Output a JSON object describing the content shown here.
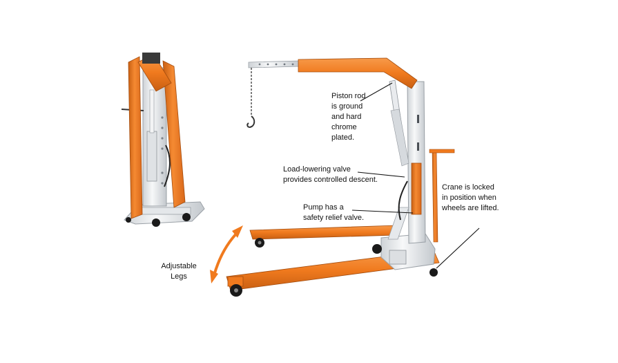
{
  "labels": {
    "piston_rod": "Piston rod\nis ground\nand hard\nchrome\nplated.",
    "load_lowering_valve": "Load-lowering valve\nprovides controlled descent.",
    "pump": "Pump has a\nsafety relief valve.",
    "crane_locked": "Crane is locked\nin position when\nwheels are lifted.",
    "adjustable_legs": "Adjustable\nLegs"
  },
  "colors": {
    "orange": "#f07a1e",
    "orange_dark": "#c85f12",
    "white_steel": "#eef0f2",
    "steel_shadow": "#b9bec4",
    "black": "#1a1a1a"
  }
}
